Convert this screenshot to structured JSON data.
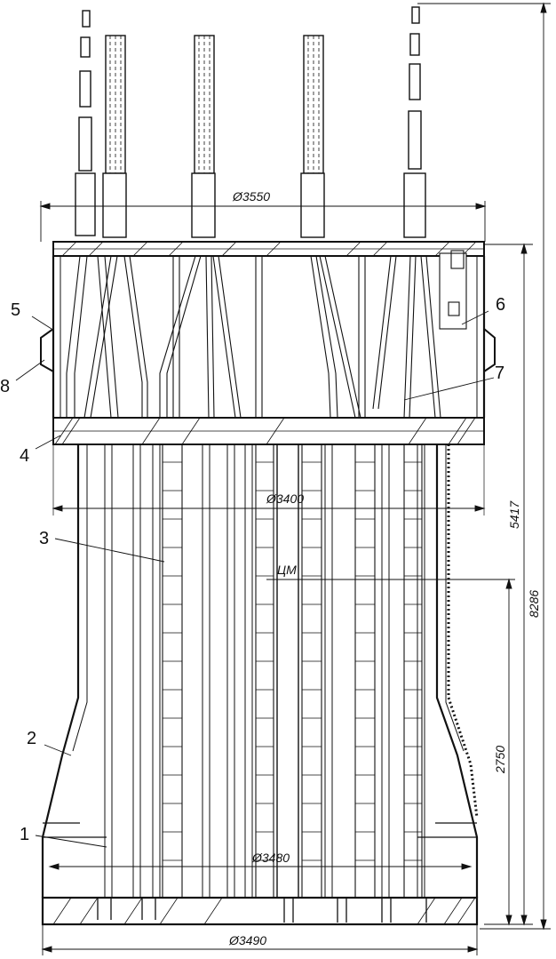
{
  "callouts": [
    {
      "label": "1"
    },
    {
      "label": "2"
    },
    {
      "label": "3"
    },
    {
      "label": "4"
    },
    {
      "label": "5"
    },
    {
      "label": "6"
    },
    {
      "label": "7"
    },
    {
      "label": "8"
    }
  ],
  "dimensions": {
    "top_diameter": "Ø3550",
    "mid_diameter": "Ø3400",
    "lower_diameter": "Ø3480",
    "bottom_diameter": "Ø3490",
    "upper_height": "5417",
    "total_height": "8286",
    "core_height": "2750",
    "center_mark": "ЦМ"
  }
}
